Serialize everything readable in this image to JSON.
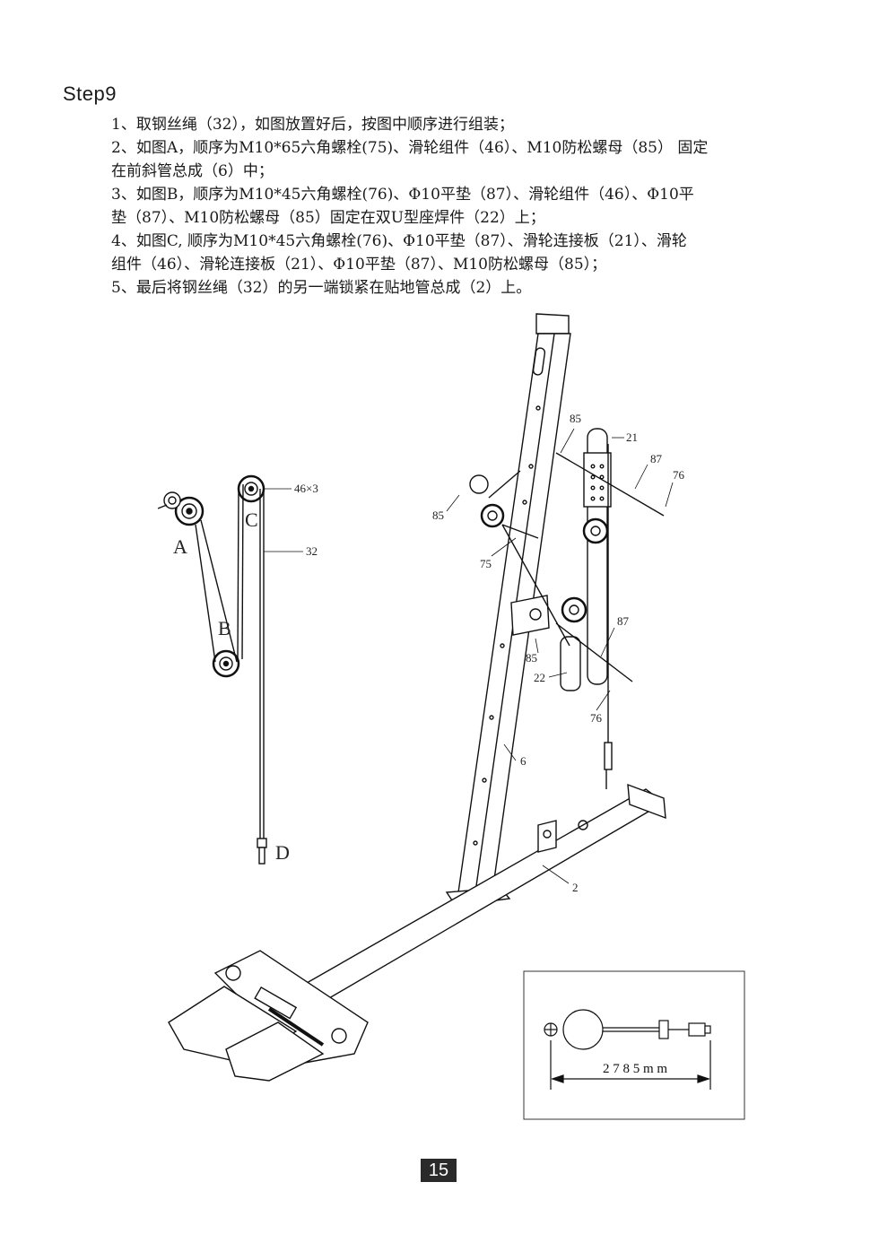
{
  "step": {
    "title": "Step9"
  },
  "instructions": [
    "1、取钢丝绳（32），如图放置好后，按图中顺序进行组装；",
    "2、如图A，顺序为M10*65六角螺栓(75)、滑轮组件（46）、M10防松螺母（85） 固定",
    "在前斜管总成（6）中；",
    "3、如图B，顺序为M10*45六角螺栓(76)、Φ10平垫（87）、滑轮组件（46）、Φ10平",
    "垫（87）、M10防松螺母（85）固定在双U型座焊件（22）上；",
    "4、如图C, 顺序为M10*45六角螺栓(76)、Φ10平垫（87）、滑轮连接板（21）、滑轮",
    "组件（46）、滑轮连接板（21）、Φ10平垫（87）、M10防松螺母（85）；",
    "5、最后将钢丝绳（32）的另一端锁紧在贴地管总成（2）上。"
  ],
  "cable_diagram": {
    "label_a": "A",
    "label_b": "B",
    "label_c": "C",
    "label_d": "D",
    "pulley_count": "46×3",
    "cable_part": "32"
  },
  "assembly": {
    "part_85_top": "85",
    "part_21": "21",
    "part_87_top": "87",
    "part_76_top": "76",
    "part_85_left": "85",
    "part_75": "75",
    "part_87_mid": "87",
    "part_85_mid": "85",
    "part_22": "22",
    "part_76_bottom": "76",
    "part_6": "6",
    "part_2": "2"
  },
  "inset": {
    "length": "2 7 8 5 m m"
  },
  "page": {
    "number": "15"
  }
}
